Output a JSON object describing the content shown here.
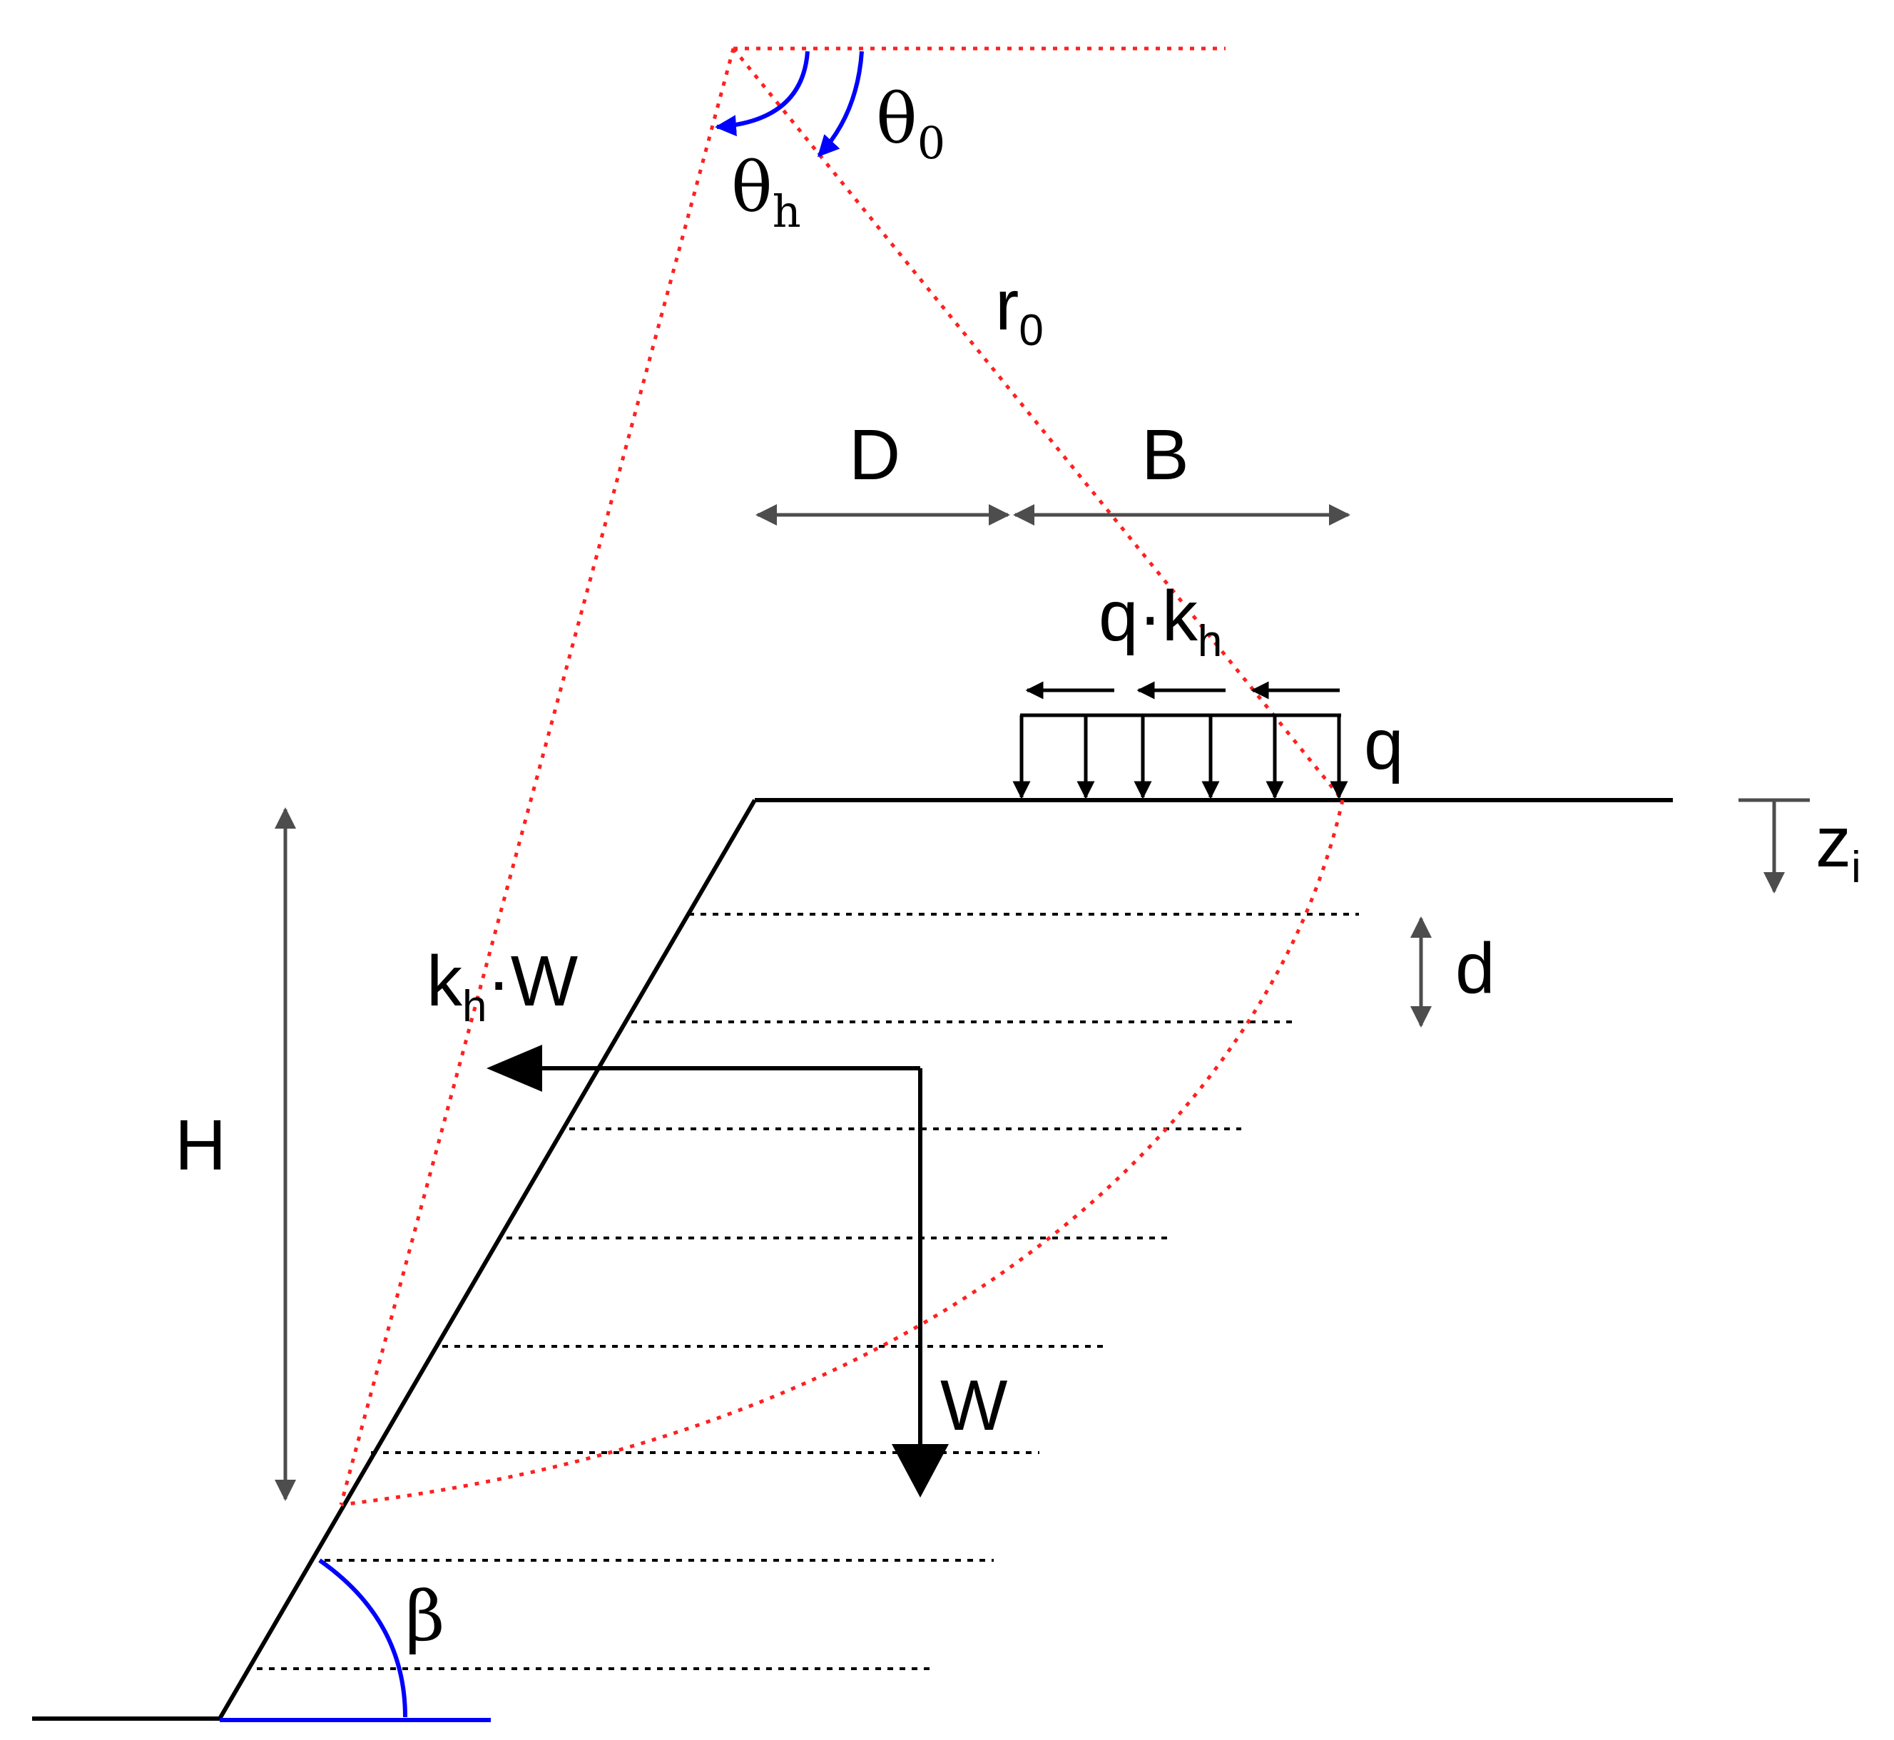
{
  "colors": {
    "line": "#000000",
    "dimension": "#4d4d4d",
    "failure_surface": "#ff2020",
    "angle_arc": "#0000ff"
  },
  "labels": {
    "theta0": "θ",
    "theta0_sub": "0",
    "thetah": "θ",
    "thetah_sub": "h",
    "r0": "r",
    "r0_sub": "0",
    "D": "D",
    "B": "B",
    "qkh": "q·k",
    "qkh_sub": "h",
    "q": "q",
    "zi": "z",
    "zi_sub": "i",
    "d": "d",
    "khW_k": "k",
    "khW_sub": "h",
    "khW_rest": "·W",
    "H": "H",
    "W": "W",
    "beta": "β"
  }
}
